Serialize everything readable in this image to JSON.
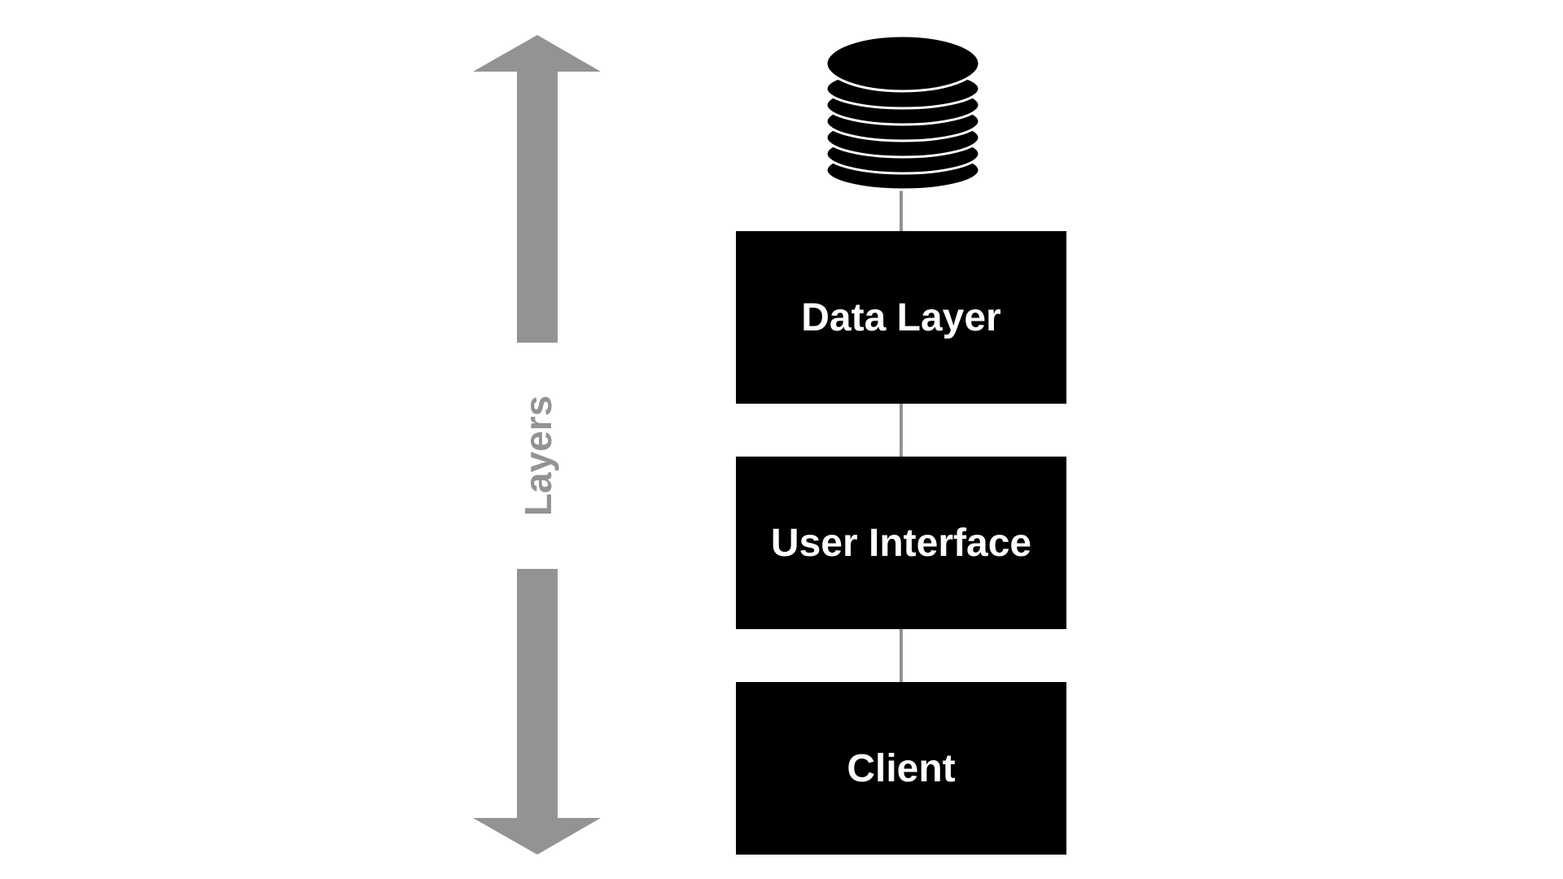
{
  "diagram": {
    "axis_label": "Layers",
    "layers": [
      {
        "label": "Data Layer"
      },
      {
        "label": "User Interface"
      },
      {
        "label": "Client"
      }
    ],
    "icons": {
      "database": "database-icon",
      "axis": "double-headed-arrow"
    },
    "colors": {
      "box_fill": "#000000",
      "box_text": "#ffffff",
      "arrow": "#939393",
      "connector": "#939393",
      "background": "#ffffff"
    }
  }
}
